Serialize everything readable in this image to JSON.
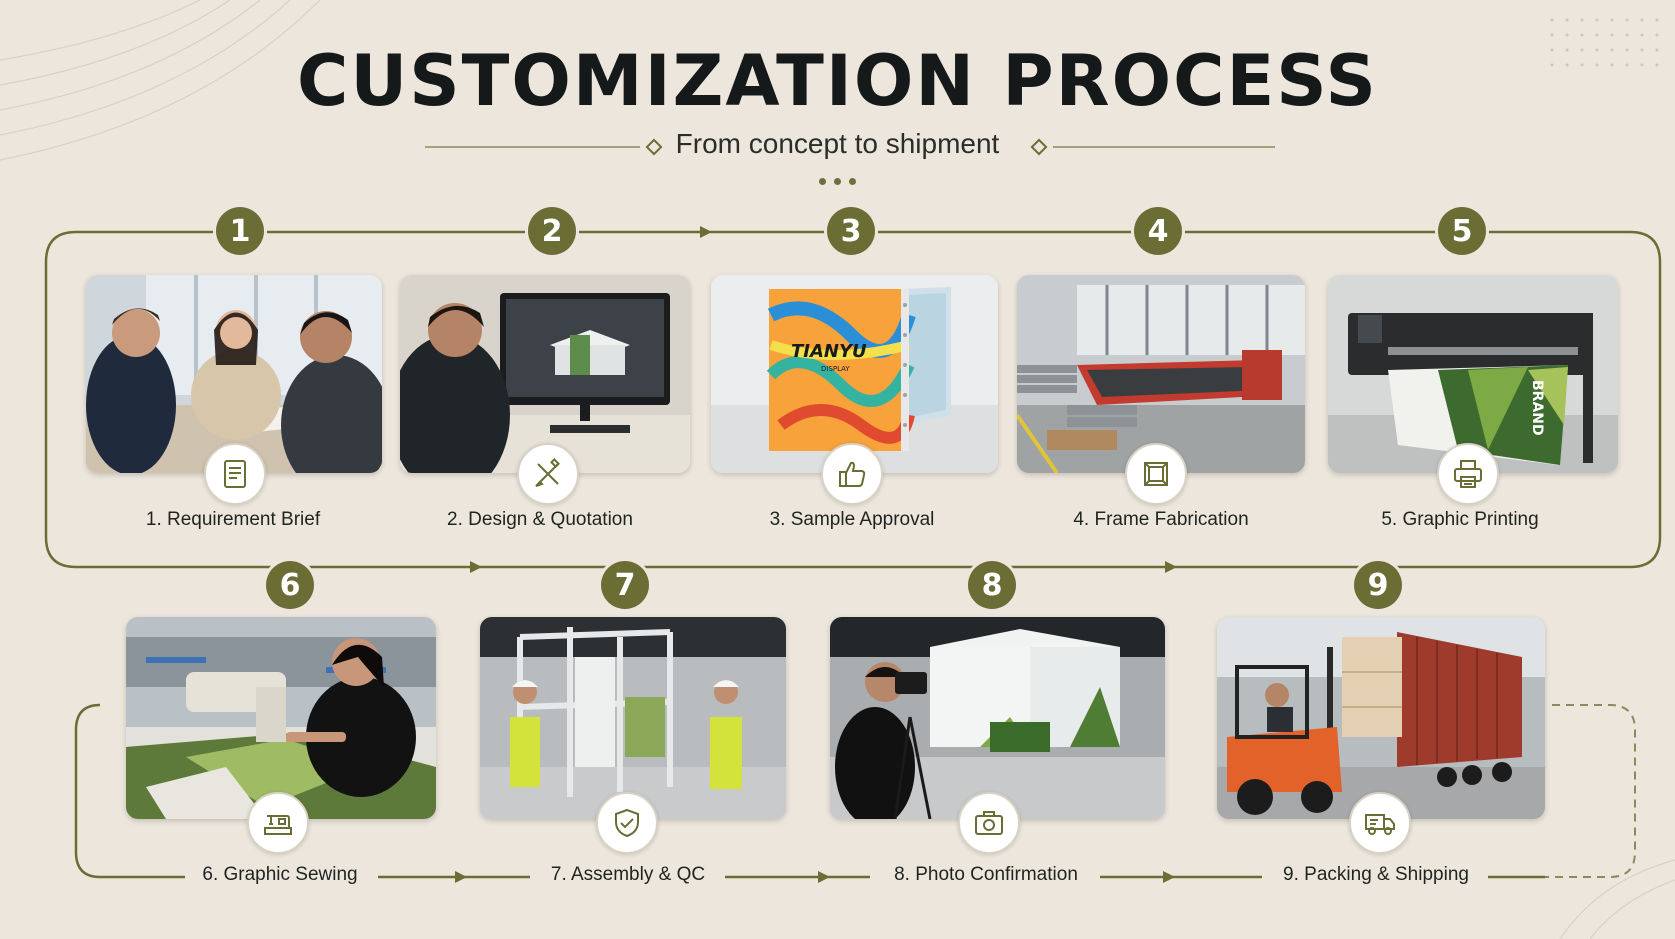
{
  "header": {
    "title": "CUSTOMIZATION PROCESS",
    "subtitle": "From concept to shipment"
  },
  "colors": {
    "background": "#ede6dc",
    "accent": "#6a6e35",
    "text": "#1f2420"
  },
  "steps": [
    {
      "number": "1",
      "label": "1. Requirement Brief",
      "icon": "document-icon"
    },
    {
      "number": "2",
      "label": "2. Design & Quotation",
      "icon": "pencil-ruler-icon"
    },
    {
      "number": "3",
      "label": "3. Sample Approval",
      "icon": "thumbs-up-icon"
    },
    {
      "number": "4",
      "label": "4. Frame Fabrication",
      "icon": "frame-icon"
    },
    {
      "number": "5",
      "label": "5. Graphic Printing",
      "icon": "printer-icon"
    },
    {
      "number": "6",
      "label": "6. Graphic Sewing",
      "icon": "sewing-machine-icon"
    },
    {
      "number": "7",
      "label": "7. Assembly & QC",
      "icon": "shield-check-icon"
    },
    {
      "number": "8",
      "label": "8. Photo Confirmation",
      "icon": "camera-icon"
    },
    {
      "number": "9",
      "label": "9. Packing & Shipping",
      "icon": "truck-icon"
    }
  ],
  "photo_text": {
    "sample_brand": "TIANYU",
    "sample_sub": "DISPLAY",
    "banner_text": "BRAND"
  }
}
